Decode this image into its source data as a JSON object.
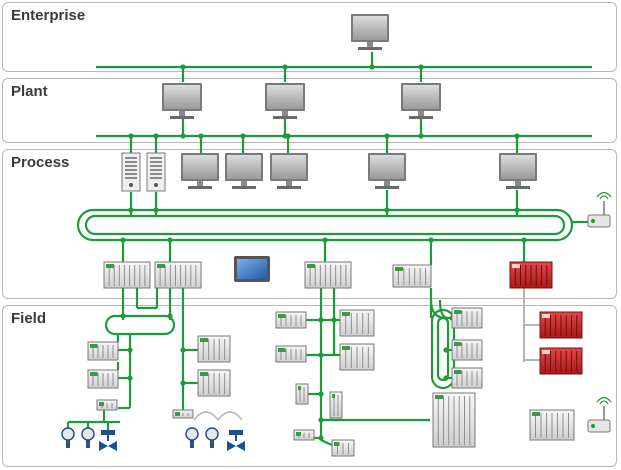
{
  "layers": [
    {
      "id": "enterprise",
      "label": "Enterprise"
    },
    {
      "id": "plant",
      "label": "Plant"
    },
    {
      "id": "process",
      "label": "Process"
    },
    {
      "id": "field",
      "label": "Field"
    }
  ],
  "colors": {
    "network": "#1f9a3a",
    "wireless_link": "#b5b5b5",
    "layer_border": "#b9b9b9",
    "monitor": "#c8c8c8",
    "plc": "#e9e9e9",
    "redundant_plc": "#cc2a2a",
    "valve": "#1f4f8f",
    "hmi_screen": "#3a6fb7",
    "label": "#3b3b3b"
  },
  "icons": {
    "workstation": "monitor-icon",
    "server": "server-tower-icon",
    "controller": "plc-rack-icon",
    "safety_controller": "red-plc-rack-icon",
    "panel": "hmi-panel-icon",
    "wireless": "wireless-antenna-icon",
    "field_device": "transmitter-icon",
    "valve": "valve-icon"
  }
}
